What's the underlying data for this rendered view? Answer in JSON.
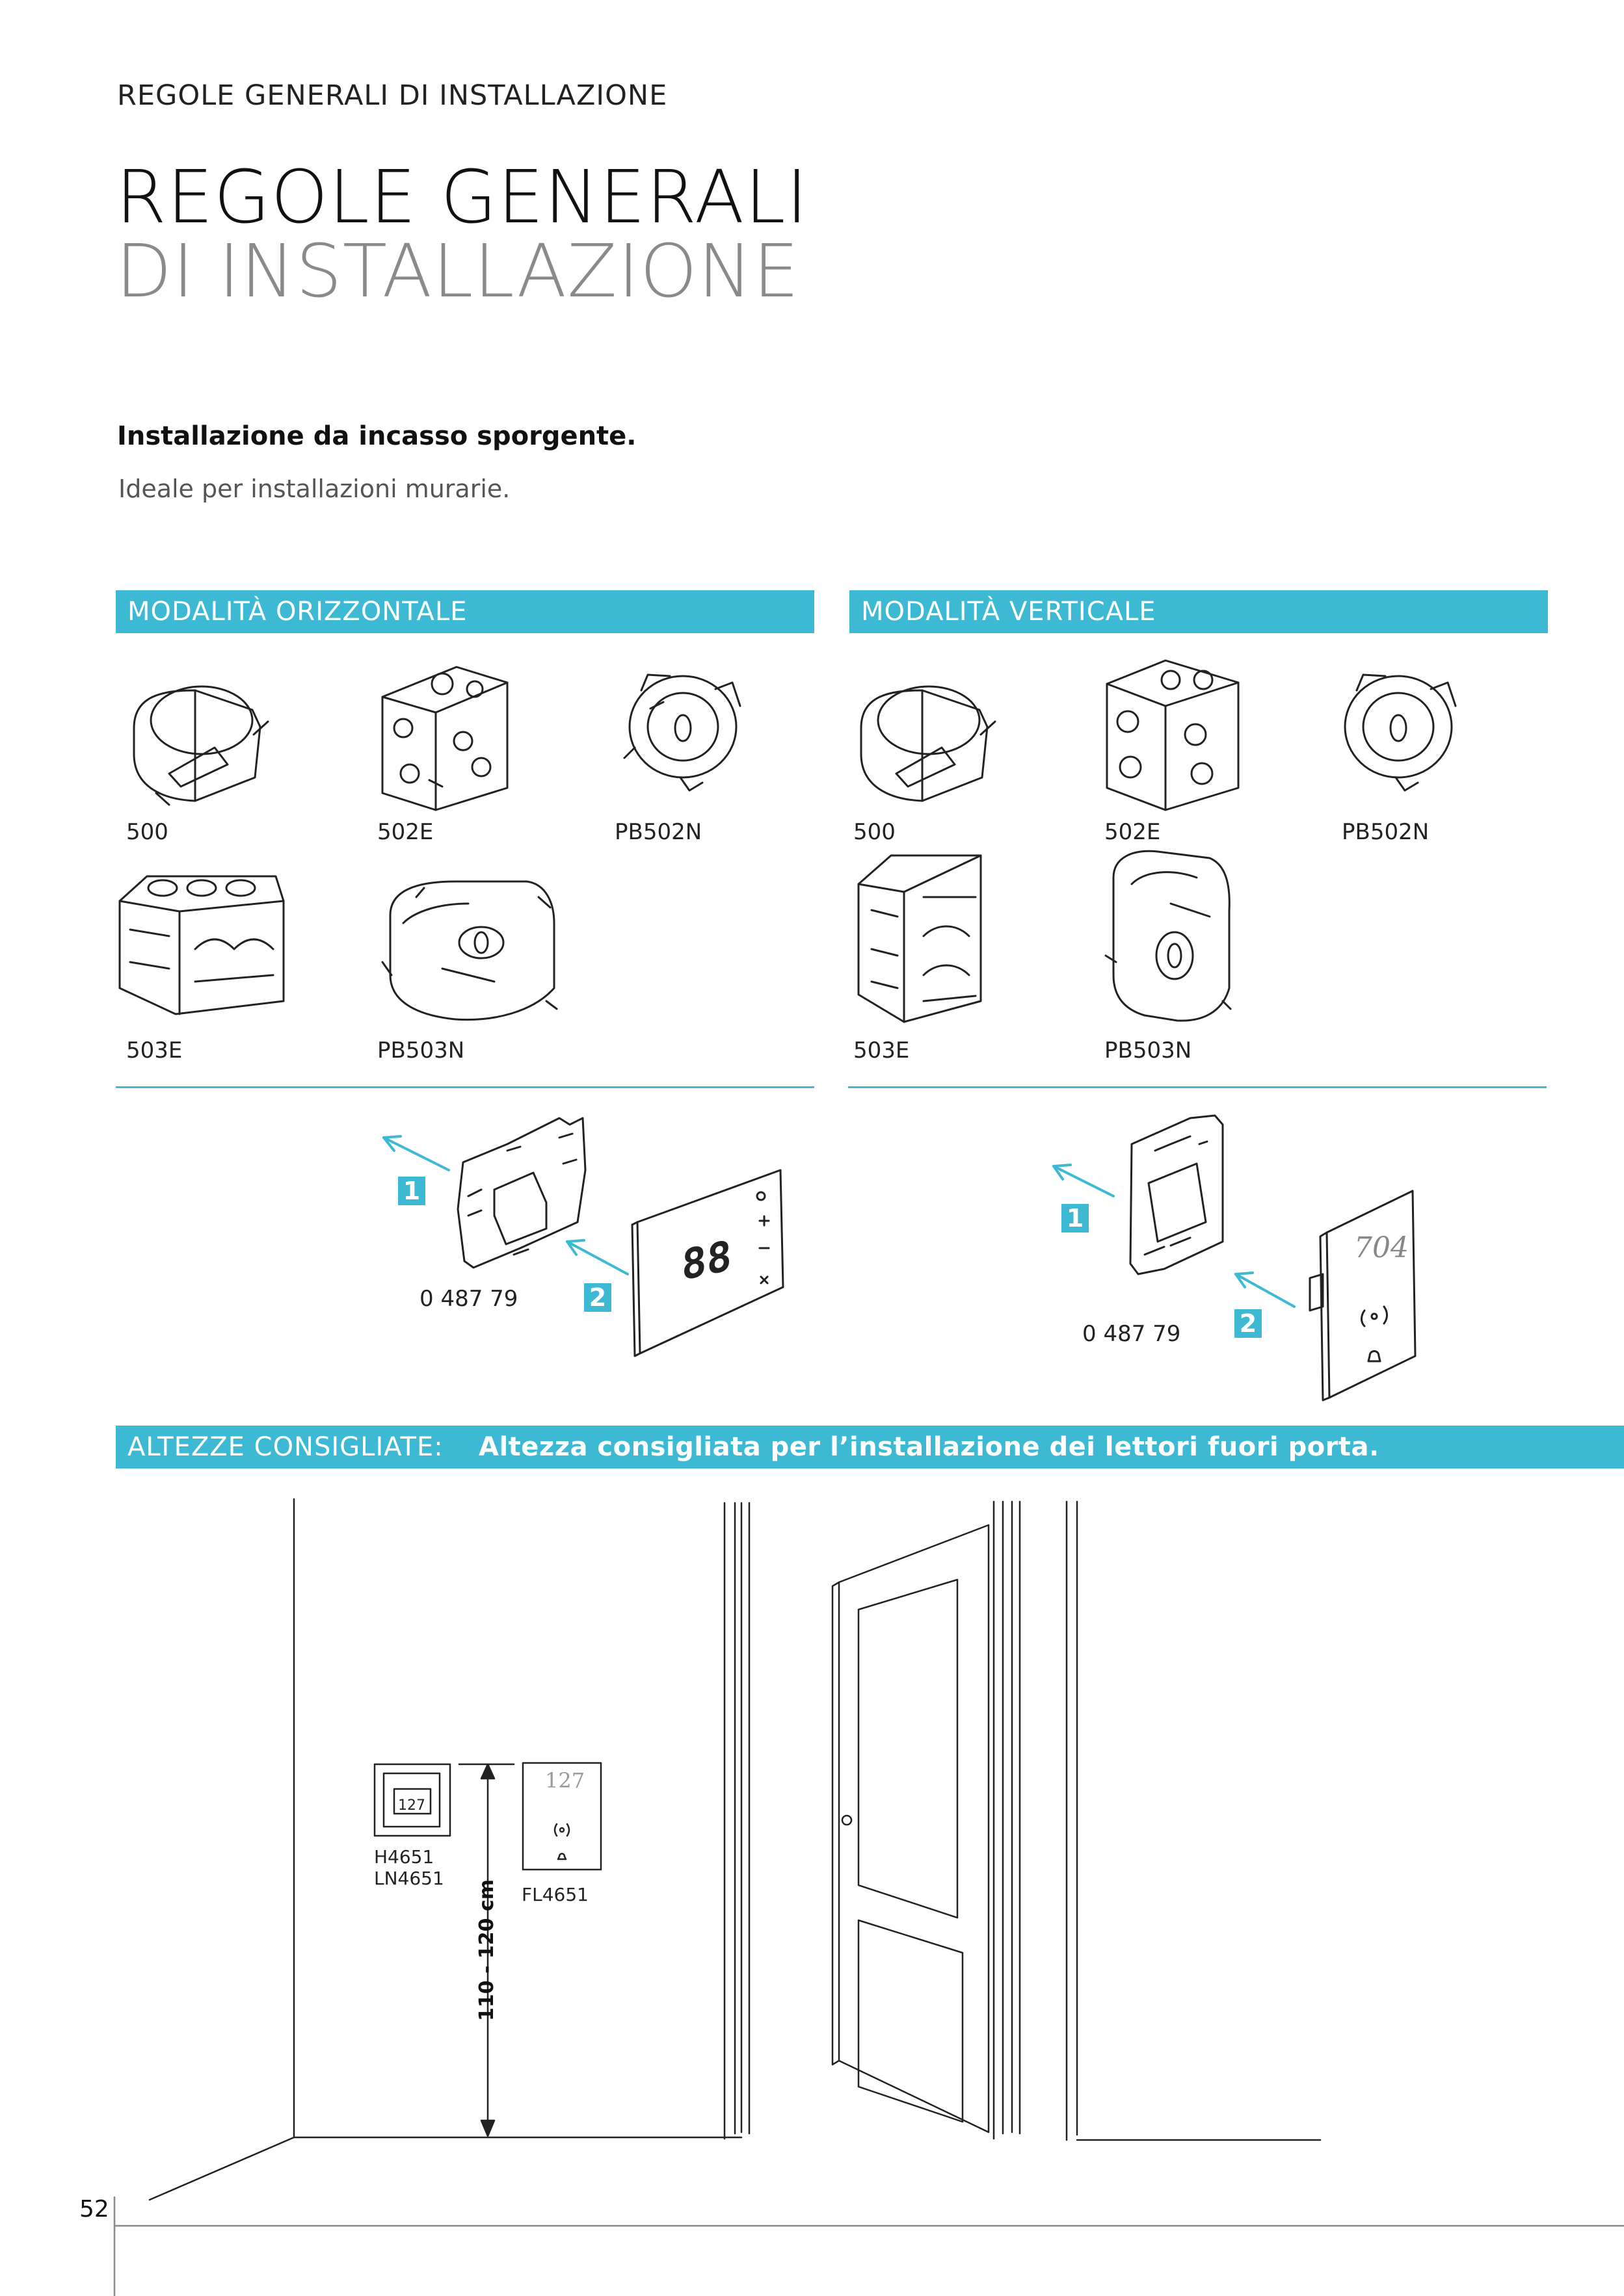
{
  "header": {
    "running_title": "REGOLE GENERALI DI INSTALLAZIONE"
  },
  "title": {
    "line1": "REGOLE GENERALI",
    "line2": "DI INSTALLAZIONE"
  },
  "intro": {
    "heading": "Installazione da incasso sporgente.",
    "text": "Ideale per installazioni murarie."
  },
  "horizontal": {
    "label": "MODALITÀ ORIZZONTALE",
    "boxes": [
      "500",
      "502E",
      "PB502N",
      "503E",
      "PB503N"
    ],
    "support_code": "0 487 79",
    "steps": [
      "1",
      "2"
    ]
  },
  "vertical": {
    "label": "MODALITÀ VERTICALE",
    "boxes": [
      "500",
      "502E",
      "PB502N",
      "503E",
      "PB503N"
    ],
    "support_code": "0 487 79",
    "steps": [
      "1",
      "2"
    ]
  },
  "heights": {
    "label": "ALTEZZE CONSIGLIATE:",
    "description": "Altezza consigliata per l’installazione dei lettori fuori porta.",
    "device_left": [
      "H4651",
      "LN4651"
    ],
    "device_right": "FL4651",
    "dimension": "110 - 120 cm",
    "display_number": "127"
  },
  "device_text": {
    "thermostat_display": "88",
    "door_number": "704"
  },
  "footer": {
    "page_number": "52"
  },
  "colors": {
    "accent": "#3db9d3",
    "title_grey": "#8a8a8a"
  },
  "icons": [
    "arrow-icon",
    "contactless-icon",
    "bell-icon"
  ]
}
